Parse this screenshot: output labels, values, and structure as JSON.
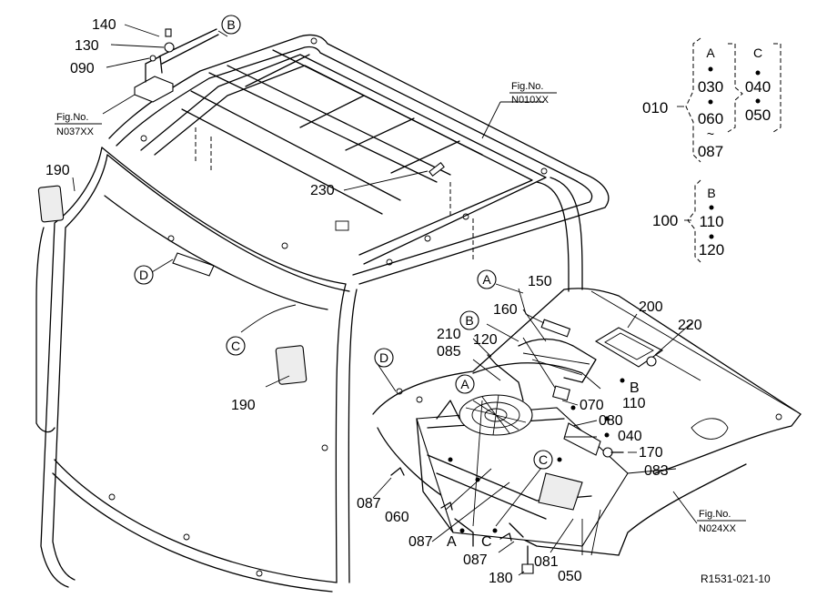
{
  "callouts": {
    "p140": "140",
    "p130": "130",
    "p090": "090",
    "p190a": "190",
    "p190b": "190",
    "p230": "230",
    "p150": "150",
    "p160": "160",
    "p200": "200",
    "p220": "220",
    "p210": "210",
    "p085": "085",
    "p120": "120",
    "p070": "070",
    "p080": "080",
    "p040": "040",
    "p170": "170",
    "p083": "083",
    "p087a": "087",
    "p060": "060",
    "p087b": "087",
    "p087c": "087",
    "p081": "081",
    "p050": "050",
    "p180": "180",
    "p110": "110"
  },
  "letters": {
    "A": "A",
    "B": "B",
    "C": "C",
    "D": "D"
  },
  "fig_refs": {
    "n037": {
      "label": "Fig.No.",
      "code": "N037XX"
    },
    "n010": {
      "label": "Fig.No.",
      "code": "N010XX"
    },
    "n024": {
      "label": "Fig.No.",
      "code": "N024XX"
    }
  },
  "groups": {
    "g010": {
      "id": "010",
      "colA": {
        "letter": "A",
        "items": [
          "030",
          "060",
          "087"
        ],
        "range_mark": "~"
      },
      "colC": {
        "letter": "C",
        "items": [
          "040",
          "050"
        ]
      }
    },
    "g100": {
      "id": "100",
      "colB": {
        "letter": "B",
        "items": [
          "110",
          "120"
        ]
      }
    }
  },
  "drawing_code": "R1531-021-10"
}
